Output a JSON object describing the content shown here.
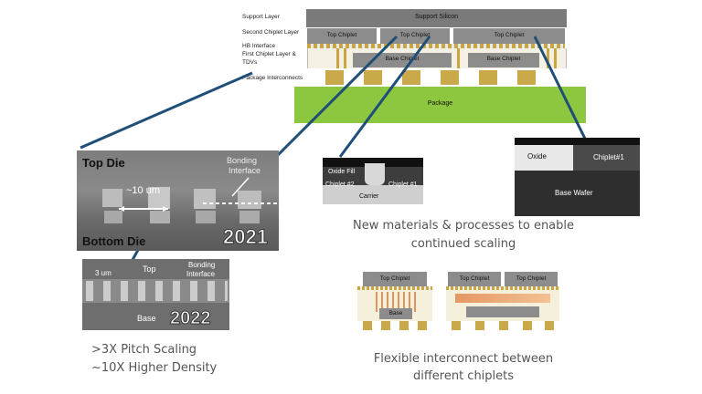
{
  "stack": {
    "labels": [
      "Support Layer",
      "Second Chiplet Layer",
      "HB Interface",
      "First Chiplet Layer &",
      "TDVs",
      "Package Interconnects"
    ],
    "support_silicon": "Support Silicon",
    "top_chiplets": [
      "Top Chiplet",
      "Top Chiplet",
      "Top Chiplet"
    ],
    "base_chiplets": [
      "Base Chiplet",
      "Base Chiplet"
    ],
    "package": "Package"
  },
  "sem_left": {
    "top_die": "Top Die",
    "bonding": "Bonding",
    "interface": "Interface",
    "pitch": "~10 um",
    "bottom_die": "Bottom Die",
    "year": "2021"
  },
  "sem_2022": {
    "pitch": "3 um",
    "top": "Top",
    "bonding": "Bonding",
    "interface": "Interface",
    "base": "Base",
    "year": "2022"
  },
  "sem_oxide": {
    "oxide_fill": "Oxide Fill",
    "chiplet2": "Chiplet #2",
    "chiplet1": "Chiplet #1",
    "carrier": "Carrier"
  },
  "sem_wafer": {
    "oxide": "Oxide",
    "chiplet1": "Chiplet#1",
    "base_wafer": "Base Wafer"
  },
  "captions": {
    "materials_line1": "New materials & processes to enable",
    "materials_line2": "continued scaling",
    "pitch_line1": ">3X Pitch Scaling",
    "pitch_line2": "~10X Higher Density",
    "flex_line1": "Flexible interconnect between",
    "flex_line2": "different chiplets"
  },
  "flex_diagrams": {
    "left_top": "Top Chiplet",
    "left_base": "Base",
    "right_top1": "Top Chiplet",
    "right_top2": "Top Chiplet"
  },
  "colors": {
    "package_green": "#8dc63f",
    "chiplet_gray": "#8c8c8c",
    "support_gray": "#7a7a7a",
    "interconnect_gold": "#c9a63f",
    "pointer_blue": "#1f4e79"
  }
}
